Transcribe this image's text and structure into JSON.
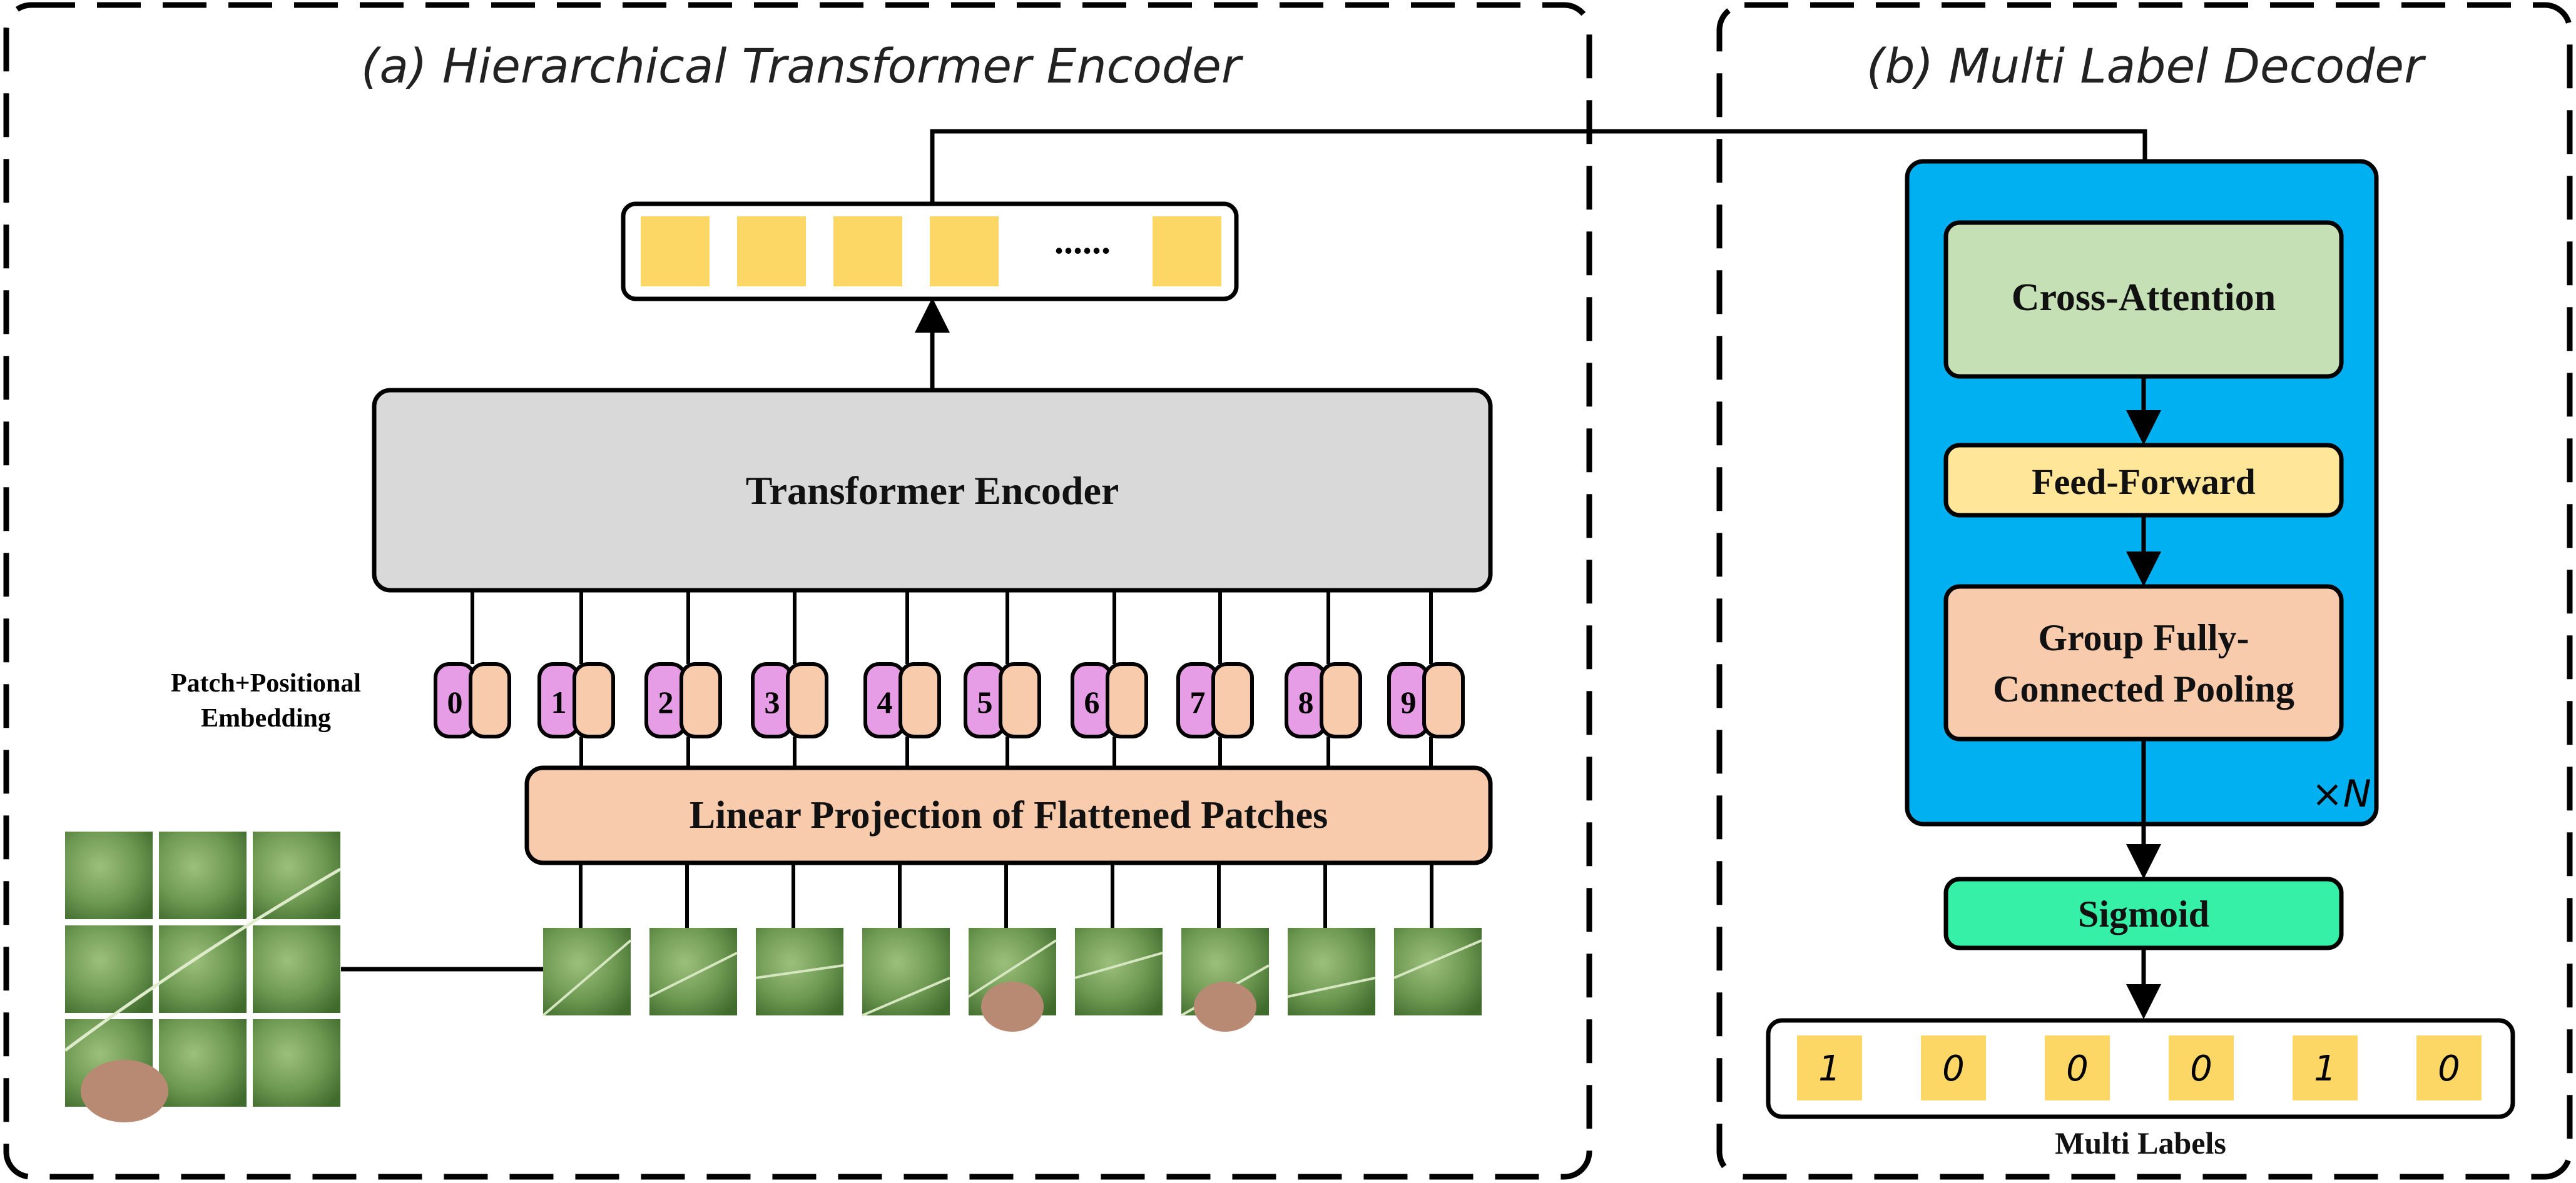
{
  "panel_a": {
    "title": "(a) Hierarchical Transformer Encoder"
  },
  "panel_b": {
    "title": "(b) Multi Label Decoder"
  },
  "encoder": {
    "output_ellipsis": "......",
    "transformer_label": "Transformer Encoder",
    "embedding_label_line1": "Patch+Positional",
    "embedding_label_line2": "Embedding",
    "position_indices": [
      "0",
      "1",
      "2",
      "3",
      "4",
      "5",
      "6",
      "7",
      "8",
      "9"
    ],
    "projection_label": "Linear Projection of Flattened Patches"
  },
  "decoder": {
    "cross_attention": "Cross-Attention",
    "feed_forward": "Feed-Forward",
    "pooling_line1": "Group Fully-",
    "pooling_line2": "Connected Pooling",
    "repeat_label": "×N",
    "sigmoid": "Sigmoid",
    "labels": [
      "1",
      "0",
      "0",
      "0",
      "1",
      "0"
    ],
    "multi_labels_caption": "Multi Labels"
  },
  "colors": {
    "token_yellow": "#fdd766",
    "transformer_gray": "#d9d9d9",
    "position_pink": "#e79de6",
    "embedding_peach": "#f8cbad",
    "decoder_blue": "#00b0f0",
    "cross_attention_green": "#c5e0b4",
    "feed_forward_yellow": "#ffe699",
    "sigmoid_green": "#36f0a8",
    "leaf_green": "#5a8a45"
  }
}
